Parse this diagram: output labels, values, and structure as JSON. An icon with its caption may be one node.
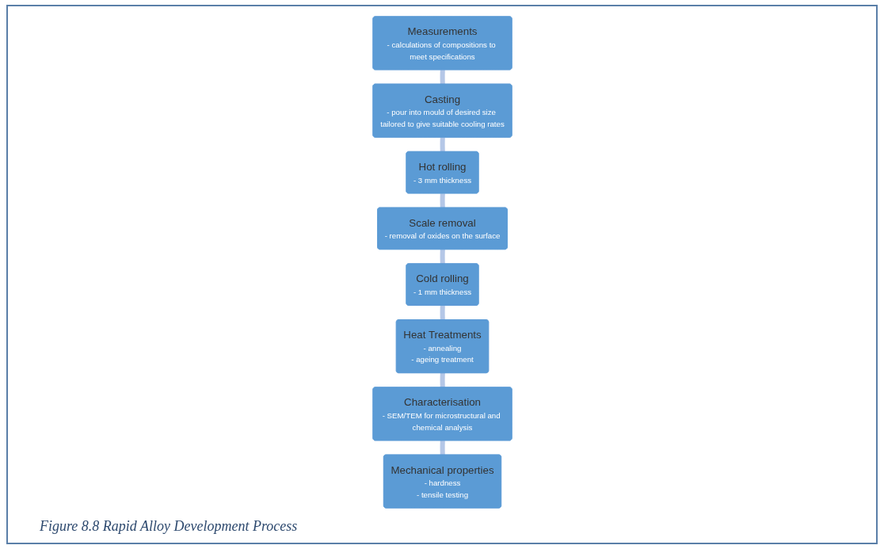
{
  "diagram": {
    "caption": "Figure 8.8 Rapid Alloy Development Process",
    "nodes": [
      {
        "text": [
          "Measurements",
          "- calculations of compositions to meet specifications"
        ]
      },
      {
        "text": [
          "Casting",
          "- pour into mould of desired size tailored to give suitable cooling rates"
        ]
      },
      {
        "text": [
          "Hot rolling",
          "- 3 mm thickness"
        ]
      },
      {
        "text": [
          "Scale removal",
          "- removal of oxides on the surface"
        ]
      },
      {
        "text": [
          "Cold rolling",
          "- 1 mm thickness"
        ]
      },
      {
        "text": [
          "Heat Treatments",
          "- annealing",
          "- ageing treatment"
        ]
      },
      {
        "text": [
          "Characterisation",
          "- SEM/TEM for microstructural and chemical analysis"
        ]
      },
      {
        "text": [
          "Mechanical properties",
          "- hardness",
          "- tensile testing"
        ]
      }
    ],
    "edges": [
      {
        "from": 0,
        "to": 1,
        "arrow": "none"
      },
      {
        "from": 1,
        "to": 2,
        "arrow": "none"
      },
      {
        "from": 2,
        "to": 3,
        "arrow": "none"
      },
      {
        "from": 3,
        "to": 4,
        "arrow": "none"
      },
      {
        "from": 4,
        "to": 5,
        "arrow": "none"
      },
      {
        "from": 5,
        "to": 6,
        "arrow": "none"
      },
      {
        "from": 6,
        "to": 7,
        "arrow": "none"
      }
    ]
  }
}
